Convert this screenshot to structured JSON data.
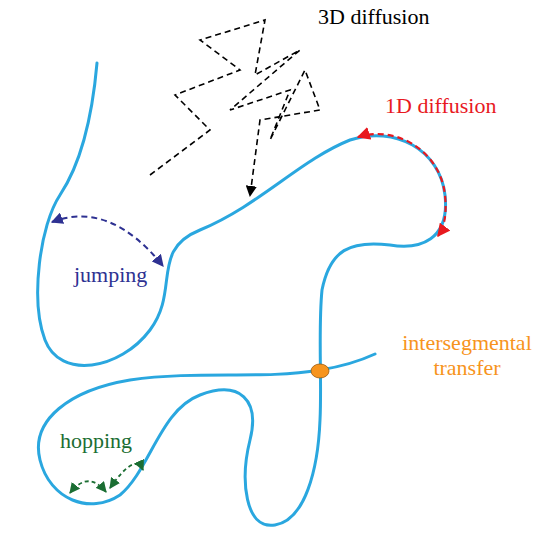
{
  "diagram": {
    "labels": [
      "3D diffusion",
      "1D diffusion",
      "jumping",
      "intersegmental transfer",
      "hopping"
    ]
  }
}
